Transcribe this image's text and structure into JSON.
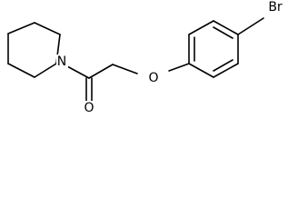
{
  "molecule": {
    "atoms": {
      "nitrogen": "N",
      "carbonyl_oxygen": "O",
      "ether_oxygen": "O",
      "bromine": "Br"
    }
  },
  "colors": {
    "bond": "#000000",
    "label": "#000000",
    "background": "#ffffff"
  }
}
